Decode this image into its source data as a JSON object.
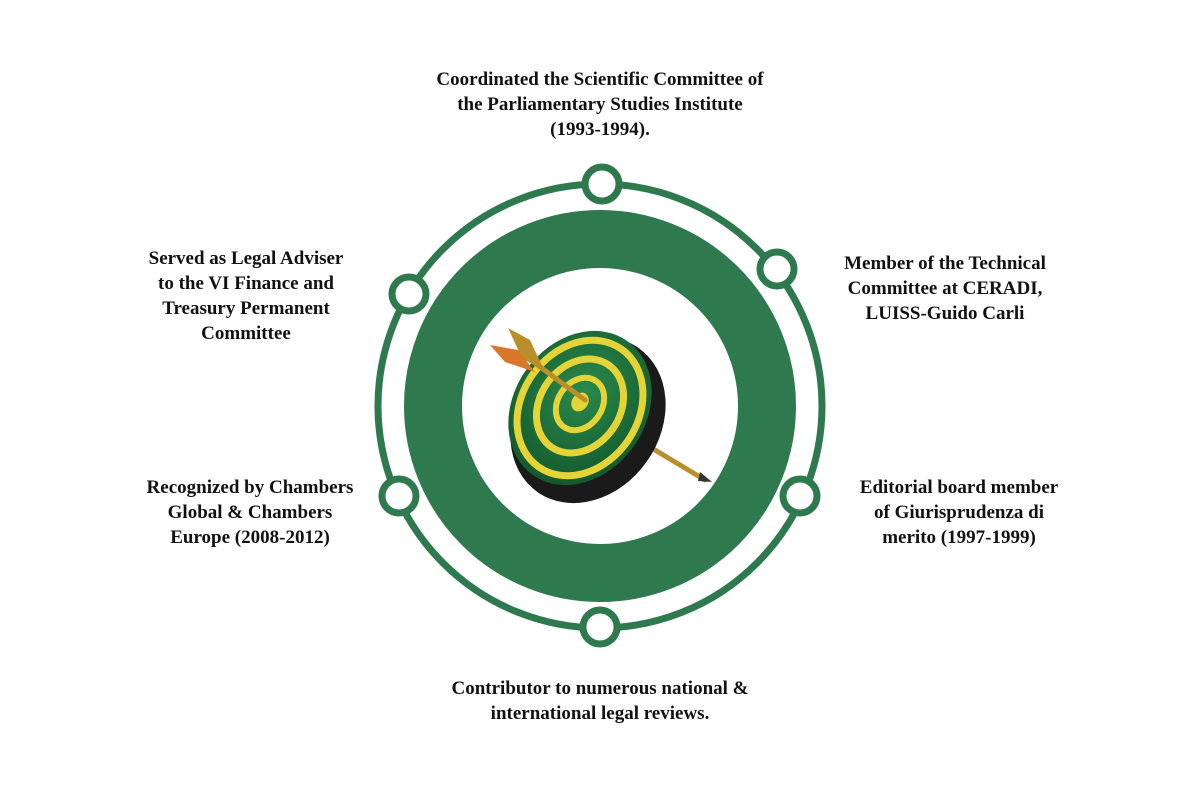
{
  "colors": {
    "primary_green": "#2e7a4e",
    "target_green": "#1f6b3c",
    "target_yellow": "#e4d437",
    "arrow_gold": "#b88f2a",
    "arrow_orange": "#d9782a",
    "text": "#111111"
  },
  "hub": {
    "icon": "target-with-arrow-icon"
  },
  "items": [
    {
      "id": "top",
      "text": "Coordinated the Scientific Committee of the Parliamentary Studies Institute (1993-1994)."
    },
    {
      "id": "upper-right",
      "text": "Member of the Technical Committee at CERADI, LUISS-Guido Carli"
    },
    {
      "id": "lower-right",
      "text": "Editorial board member of Giurisprudenza di merito (1997-1999)"
    },
    {
      "id": "bottom",
      "text": "Contributor to numerous national & international legal reviews."
    },
    {
      "id": "lower-left",
      "text": "Recognized by Chambers Global & Chambers Europe (2008-2012)"
    },
    {
      "id": "upper-left",
      "text": "Served as Legal Adviser to the VI Finance and Treasury Permanent Committee"
    }
  ]
}
